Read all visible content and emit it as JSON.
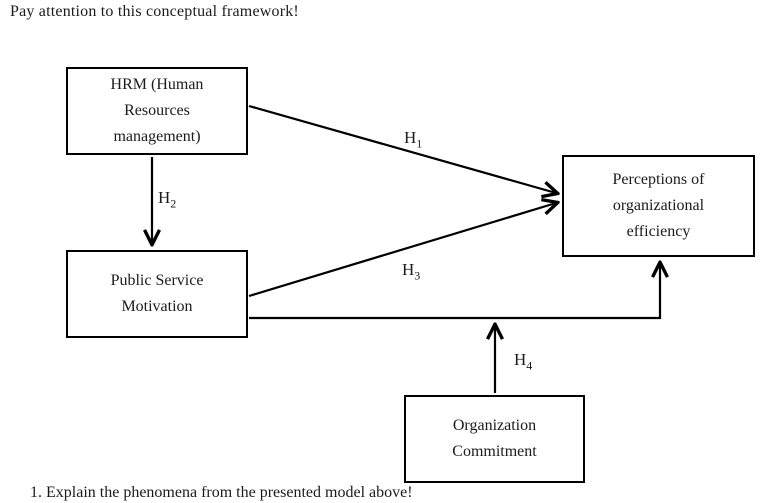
{
  "header": {
    "instruction": "Pay attention to this conceptual framework!"
  },
  "boxes": {
    "hrm": {
      "label": "HRM (Human\nResources\nmanagement)"
    },
    "psm": {
      "label": "Public Service\nMotivation"
    },
    "perception": {
      "label": "Perceptions of\norganizational\nefficiency"
    },
    "commitment": {
      "label": "Organization\nCommitment"
    }
  },
  "hypotheses": {
    "h1": {
      "base": "H",
      "sub": "1"
    },
    "h2": {
      "base": "H",
      "sub": "2"
    },
    "h3": {
      "base": "H",
      "sub": "3"
    },
    "h4": {
      "base": "H",
      "sub": "4"
    }
  },
  "footer": {
    "instruction": "1. Explain the phenomena from the presented model above!"
  },
  "colors": {
    "line": "#000000",
    "background": "#ffffff",
    "text": "#1b1b1b"
  }
}
